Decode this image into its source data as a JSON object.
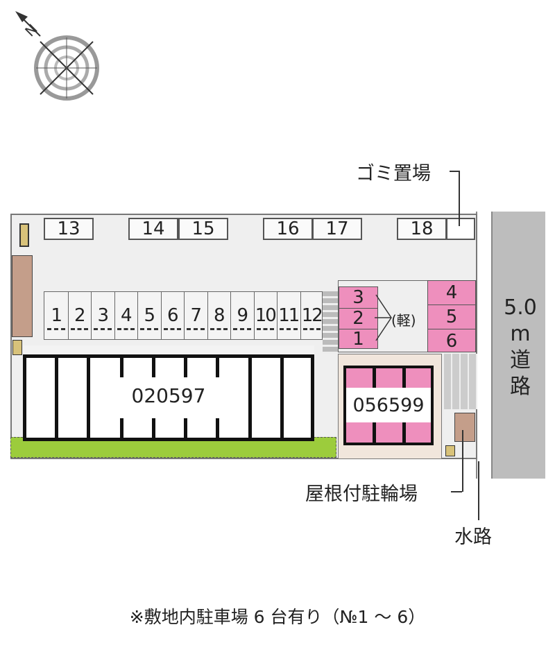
{
  "compass": {
    "north_label": "N"
  },
  "top_parking": [
    "13",
    "14",
    "15",
    "16",
    "17",
    "18"
  ],
  "row_parking": [
    "1",
    "2",
    "3",
    "4",
    "5",
    "6",
    "7",
    "8",
    "9",
    "10",
    "11",
    "12"
  ],
  "building_a": {
    "id": "020597"
  },
  "building_b": {
    "id": "056599"
  },
  "pink_left": [
    "3",
    "2",
    "1"
  ],
  "pink_left_note": "(軽)",
  "pink_right": [
    "4",
    "5",
    "6"
  ],
  "labels": {
    "garbage": "ゴミ置場",
    "bicycle": "屋根付駐輪場",
    "waterway": "水路",
    "road_width": "5.0",
    "road_unit": "m",
    "road_word1": "道",
    "road_word2": "路"
  },
  "footer": "※敷地内駐車場 6 台有り（№1 ～ 6）",
  "colors": {
    "pink": "#ee8fbd",
    "road": "#bdbdbd",
    "green": "#9ccc3c",
    "lot": "#efefef"
  }
}
